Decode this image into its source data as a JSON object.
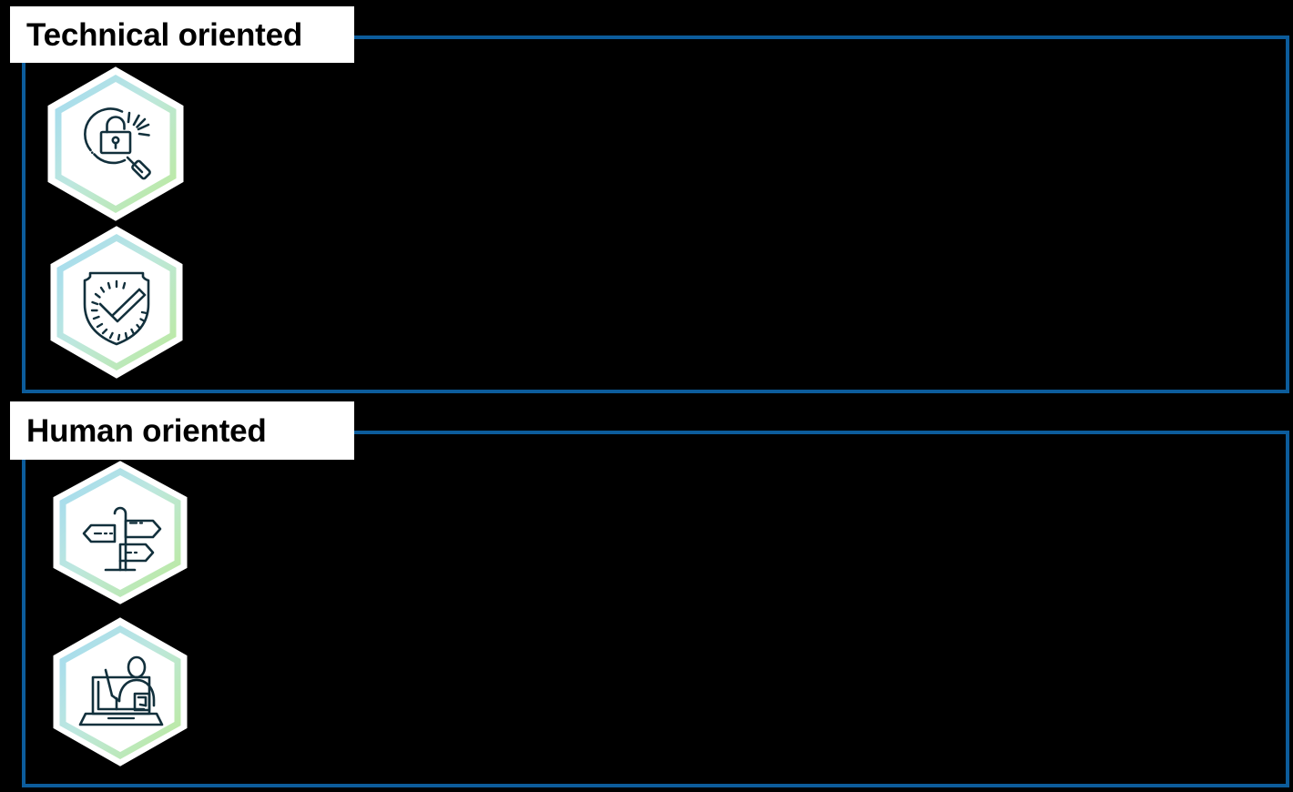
{
  "page": {
    "background_color": "#000000",
    "accent_color": "#0C5C9B",
    "label_background": "#FFFFFF",
    "label_text_color": "#000000",
    "hex_gradient_start": "#A8DCEF",
    "hex_gradient_end": "#BCEA9C",
    "hex_fill": "#FFFFFF",
    "icon_stroke": "#12303C"
  },
  "groups": [
    {
      "id": "technical",
      "label": "Technical oriented",
      "items": [
        {
          "icon_name": "lock-magnifier-icon",
          "aria": "vulnerability scan"
        },
        {
          "icon_name": "shield-check-icon",
          "aria": "security assurance"
        }
      ]
    },
    {
      "id": "human",
      "label": "Human oriented",
      "items": [
        {
          "icon_name": "signpost-icon",
          "aria": "guidance signpost"
        },
        {
          "icon_name": "laptop-presenter-icon",
          "aria": "awareness training"
        }
      ]
    }
  ]
}
